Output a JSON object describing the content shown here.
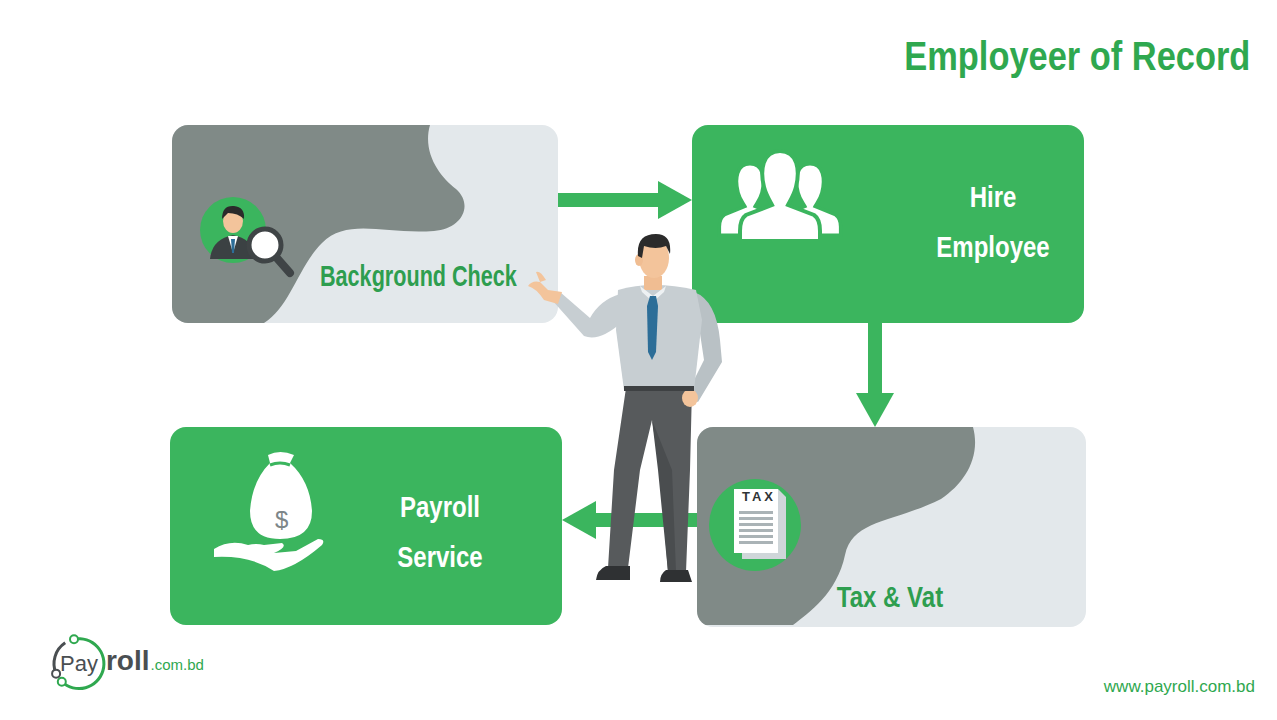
{
  "diagram": {
    "title": "Employeer of Record",
    "nodes": [
      {
        "text": [
          "Background Check"
        ]
      },
      {
        "text": [
          "Hire Employee"
        ]
      },
      {
        "text": [
          "Payroll Service"
        ]
      },
      {
        "text": [
          "Tax & Vat"
        ]
      }
    ],
    "edges": [
      {
        "from": 0,
        "to": 1,
        "arrow": "to"
      },
      {
        "from": 1,
        "to": 3,
        "arrow": "to"
      },
      {
        "from": 3,
        "to": 2,
        "arrow": "to"
      }
    ],
    "labels": [
      "TAX",
      "$",
      "Pay",
      "roll",
      ".com.bd",
      "www.payroll.com.bd"
    ]
  }
}
